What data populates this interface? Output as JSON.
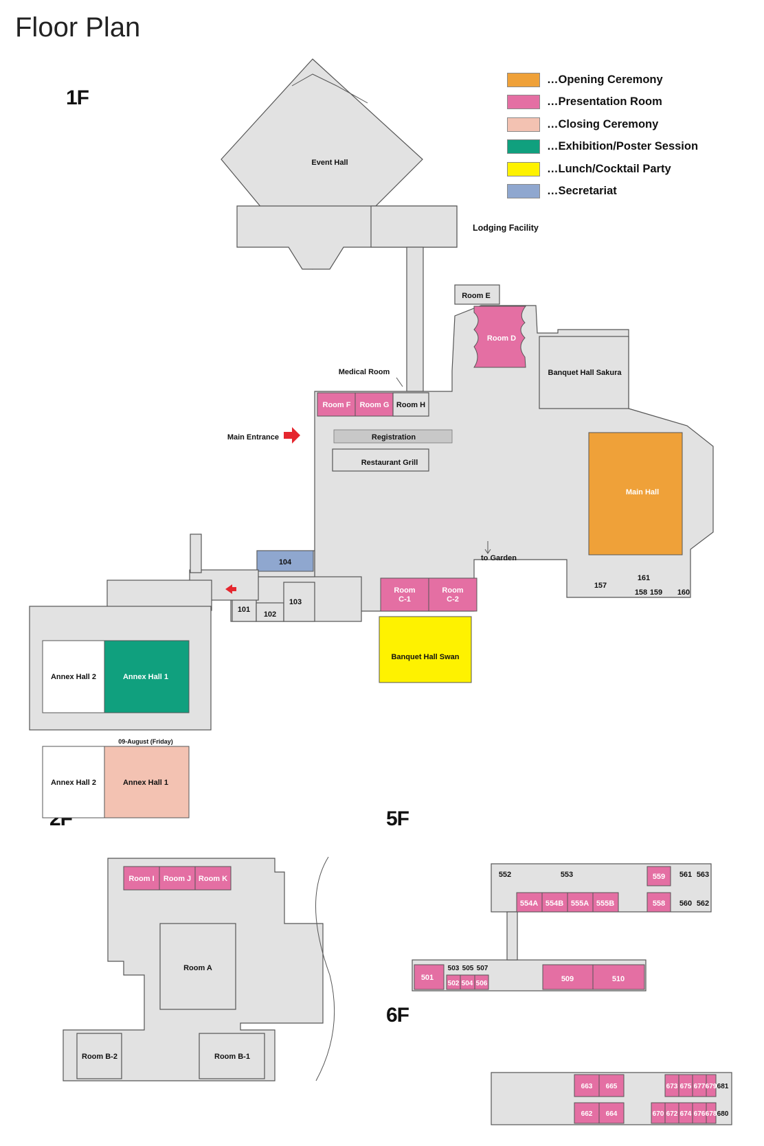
{
  "title": "Floor Plan",
  "floors": {
    "f1": "1F",
    "f2": "2F",
    "f5": "5F",
    "f6": "6F"
  },
  "legend": [
    {
      "label": "…Opening Ceremony",
      "color": "#efa139"
    },
    {
      "label": "…Presentation Room",
      "color": "#e46fa3"
    },
    {
      "label": "…Closing Ceremony",
      "color": "#f3c2b2"
    },
    {
      "label": "…Exhibition/Poster Session",
      "color": "#10a07e"
    },
    {
      "label": "…Lunch/Cocktail Party",
      "color": "#fef200"
    },
    {
      "label": "…Secretariat",
      "color": "#8fa7cf"
    }
  ],
  "f1": {
    "event_hall": "Event Hall",
    "lodging": "Lodging Facility",
    "room_e": "Room E",
    "room_d": "Room D",
    "banquet_sakura": "Banquet Hall Sakura",
    "medical": "Medical Room",
    "room_f": "Room F",
    "room_g": "Room G",
    "room_h": "Room H",
    "main_entrance": "Main Entrance",
    "registration": "Registration",
    "restaurant": "Restaurant Grill",
    "main_hall": "Main Hall",
    "to_garden": "to Garden",
    "r104": "104",
    "r101": "101",
    "r102": "102",
    "r103": "103",
    "room_c1_a": "Room",
    "room_c1_b": "C-1",
    "room_c2_a": "Room",
    "room_c2_b": "C-2",
    "banquet_swan": "Banquet Hall Swan",
    "r157": "157",
    "r161": "161",
    "r158": "158",
    "r159": "159",
    "r160": "160",
    "annex2": "Annex Hall 2",
    "annex1": "Annex Hall 1",
    "closing_date": "09-August (Friday)",
    "annex2_b": "Annex Hall 2",
    "annex1_b": "Annex Hall 1"
  },
  "f2": {
    "room_i": "Room I",
    "room_j": "Room J",
    "room_k": "Room K",
    "room_a": "Room A",
    "room_b2": "Room B-2",
    "room_b1": "Room B-1"
  },
  "f5": {
    "r552": "552",
    "r553": "553",
    "r559": "559",
    "r561": "561",
    "r563": "563",
    "r554a": "554A",
    "r554b": "554B",
    "r555a": "555A",
    "r555b": "555B",
    "r558": "558",
    "r560": "560",
    "r562": "562",
    "r501": "501",
    "r503": "503",
    "r505": "505",
    "r507": "507",
    "r502": "502",
    "r504": "504",
    "r506": "506",
    "r509": "509",
    "r510": "510"
  },
  "f6": {
    "r663": "663",
    "r665": "665",
    "r673": "673",
    "r675": "675",
    "r677": "677",
    "r679": "679",
    "r681": "681",
    "r662": "662",
    "r664": "664",
    "r670": "670",
    "r672": "672",
    "r674": "674",
    "r676": "676",
    "r678": "678",
    "r680": "680"
  }
}
